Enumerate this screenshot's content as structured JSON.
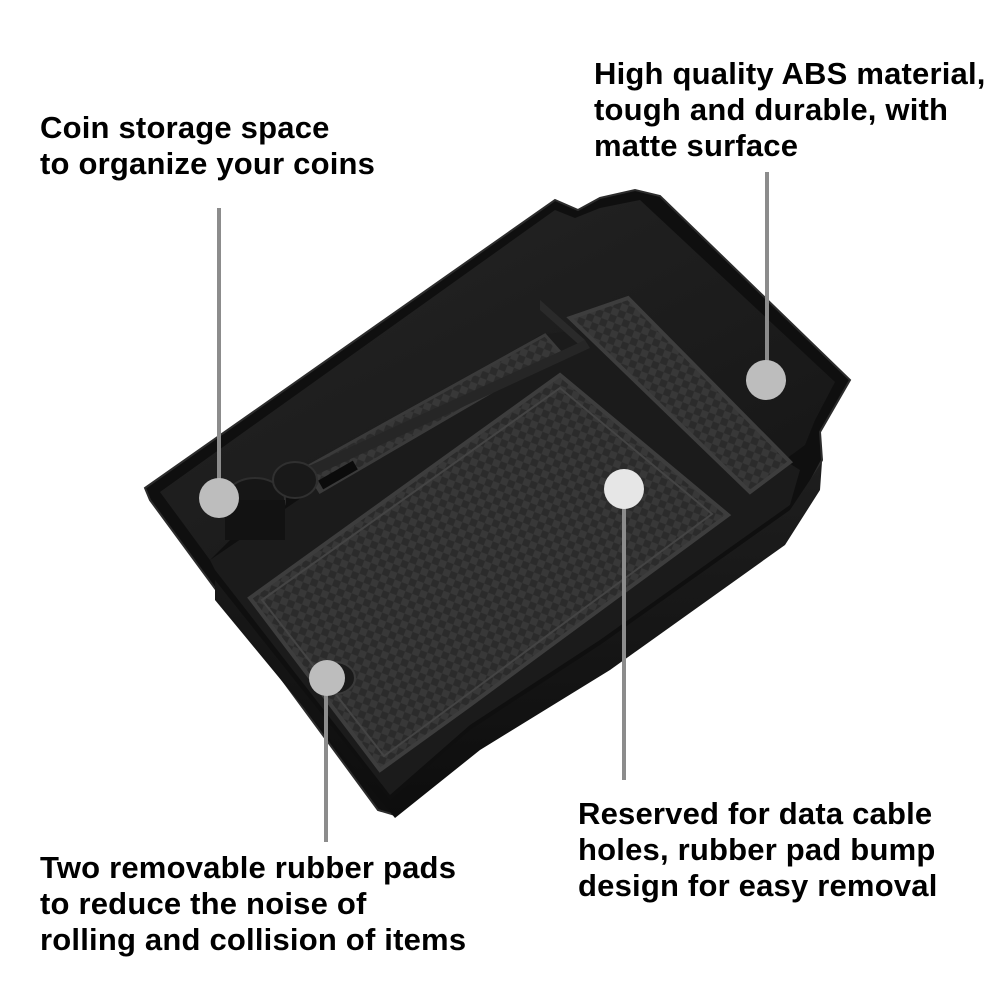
{
  "captions": {
    "coin_storage": [
      "Coin storage space",
      "to organize your coins"
    ],
    "abs_material": [
      "High quality ABS material,",
      "tough and durable, with",
      "matte surface"
    ],
    "cable_holes": [
      "Reserved for data cable",
      "holes, rubber pad bump",
      "design for easy removal"
    ],
    "rubber_pads": [
      "Two removable rubber pads",
      "to reduce the noise of",
      "rolling and collision of items"
    ]
  },
  "colors": {
    "background": "#ffffff",
    "text": "#000000",
    "tray_body": "#141414",
    "rubber_pad": "#2a2a2a",
    "callout_line": "#8c8c8c",
    "callout_dot": "#bdbdbd"
  }
}
